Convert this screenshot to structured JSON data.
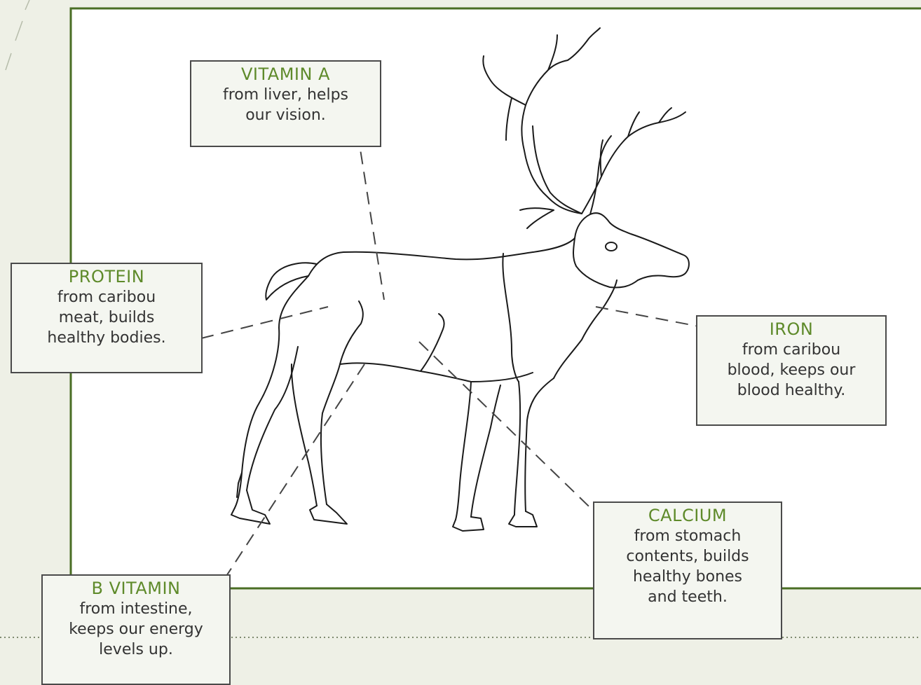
{
  "colors": {
    "page_background": "#eef0e6",
    "panel_background": "#ffffff",
    "frame_green": "#4a6e24",
    "title_green": "#5e8a2a",
    "body_text": "#333333",
    "outline": "#1a1a1a",
    "leader_line": "#444444"
  },
  "illustration": {
    "icon": "caribou-outline-icon"
  },
  "callouts": {
    "vitamin_a": {
      "title": "VITAMIN A",
      "lines": [
        "from liver, helps",
        "our vision."
      ]
    },
    "protein": {
      "title": "PROTEIN",
      "lines": [
        "from caribou",
        "meat, builds",
        "healthy bodies."
      ]
    },
    "iron": {
      "title": "IRON",
      "lines": [
        "from caribou",
        "blood, keeps our",
        "blood healthy."
      ]
    },
    "calcium": {
      "title": "CALCIUM",
      "lines": [
        "from stomach",
        "contents, builds",
        "healthy bones",
        "and teeth."
      ]
    },
    "b_vitamin": {
      "title": "B VITAMIN",
      "lines": [
        "from intestine,",
        "keeps our energy",
        "levels up."
      ]
    }
  }
}
